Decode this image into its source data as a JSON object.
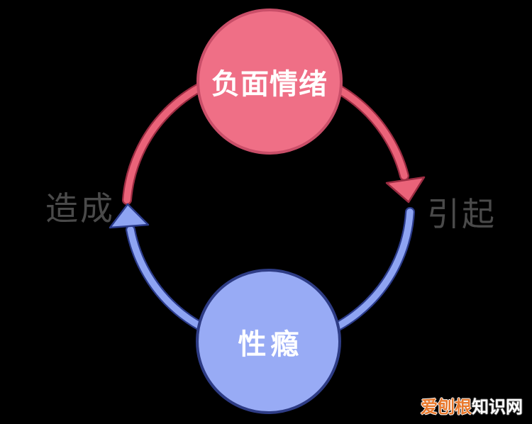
{
  "meta": {
    "background_color": "#000000",
    "description": "Circular cause-effect cycle diagram between negative emotions and sex addiction"
  },
  "diagram": {
    "nodes": [
      {
        "id": "negative-emotions",
        "label": "负面情绪",
        "position": "top",
        "fill": "#EF6F86",
        "border_color": "#C94E68",
        "text_color": "#FFFFFF"
      },
      {
        "id": "sex-addiction",
        "label": "性瘾",
        "position": "bottom",
        "fill": "#98ABF5",
        "border_color": "#2E3C85",
        "text_color": "#FFFFFF"
      }
    ],
    "edges": [
      {
        "id": "emotions-trigger-addiction",
        "label": "引起",
        "from": "负面情绪",
        "to": "性瘾",
        "side": "right",
        "arrow_direction": "down",
        "color": "#EA6379",
        "outline_color": "#9C2C42"
      },
      {
        "id": "addiction-causes-emotions",
        "label": "造成",
        "from": "性瘾",
        "to": "负面情绪",
        "side": "left",
        "arrow_direction": "up",
        "color": "#8EA4F2",
        "outline_color": "#2C3C8C"
      }
    ],
    "edge_label_color": "#4A4A4A"
  },
  "watermark": {
    "text": "爱刨根知识网",
    "prefix": "爱刨根",
    "suffix": "知识网",
    "prefix_color": "#E8792D",
    "suffix_color": "#FFFFFF"
  }
}
